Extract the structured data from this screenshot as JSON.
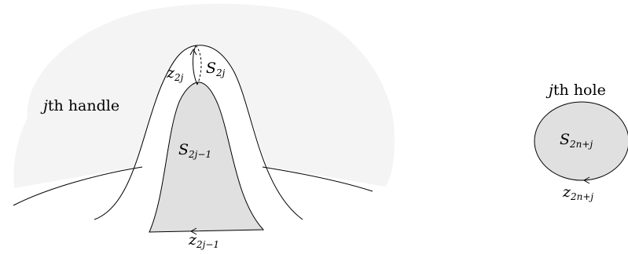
{
  "colors": {
    "background_blob": "#f4f4f4",
    "fill_region": "#e0e0e0",
    "stroke": "#000000"
  },
  "labels": {
    "handle": {
      "var": "j",
      "text": "th handle"
    },
    "hole": {
      "var": "j",
      "text": "th hole"
    },
    "s_upper": {
      "base": "S",
      "sub": "2j"
    },
    "z_upper": {
      "base": "z",
      "sub": "2j"
    },
    "s_lower": {
      "base": "S",
      "sub": "2j−1"
    },
    "z_lower": {
      "base": "z",
      "sub": "2j−1"
    },
    "s_hole": {
      "base": "S",
      "sub": "2n+j"
    },
    "z_hole": {
      "base": "z",
      "sub": "2n+j"
    }
  }
}
